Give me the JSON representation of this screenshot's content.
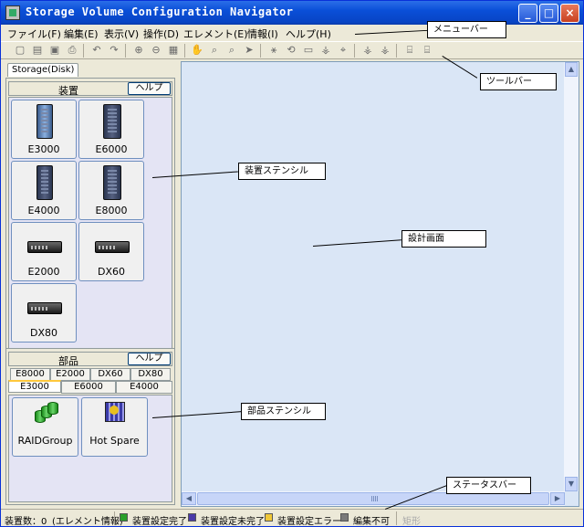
{
  "window": {
    "title": "Storage Volume Configuration Navigator",
    "buttons": [
      "_",
      "□",
      "×"
    ]
  },
  "menubar": {
    "items": [
      "ファイル(F)",
      "編集(E)",
      "表示(V)",
      "操作(D)",
      "エレメント(E)",
      "情報(I)",
      "ヘルプ(H)"
    ]
  },
  "toolbar": {
    "icons": [
      "new-icon",
      "open-icon",
      "save-icon",
      "print-icon",
      "undo-icon",
      "redo-icon",
      "zoom-in-icon",
      "zoom-out-icon",
      "fit-icon",
      "hand-icon",
      "magnify-icon",
      "pointer-icon",
      "arrow-icon",
      "layout-icon",
      "connect-icon",
      "box-icon",
      "tree-icon",
      "node-icon",
      "node2-icon",
      "tree2-icon",
      "tree3-icon",
      "export-icon",
      "export2-icon"
    ],
    "glyphs": [
      "▢",
      "▤",
      "▣",
      "⎙",
      "↶",
      "↷",
      "⊕",
      "⊖",
      "▦",
      "✋",
      "⌕",
      "➤",
      "⚹",
      "⟲",
      "▭",
      "⚲",
      "⚶",
      "⌖",
      "⚵",
      "⚵",
      "⚴",
      "⌸",
      "⌸"
    ]
  },
  "left_pane": {
    "tab_label": "Storage(Disk)",
    "devices": {
      "title": "装置",
      "help_label": "ヘルプ",
      "items": [
        "E3000",
        "E6000",
        "E4000",
        "E8000",
        "E2000",
        "DX60",
        "DX80"
      ]
    },
    "parts": {
      "title": "部品",
      "help_label": "ヘルプ",
      "tabs_row1": [
        "E8000",
        "E2000",
        "DX60",
        "DX80"
      ],
      "tabs_row2": [
        "E3000",
        "E6000",
        "E4000"
      ],
      "active_tab": "E3000",
      "items": [
        "RAIDGroup",
        "Hot Spare"
      ]
    }
  },
  "statusbar": {
    "device_count": "装置数：0",
    "element_info": "(エレメント情報)",
    "legend": [
      {
        "label": "装置設定完了",
        "color": "#2aa02a"
      },
      {
        "label": "装置設定未完了",
        "color": "#4a3aa8"
      },
      {
        "label": "装置設定エラー",
        "color": "#f0c838"
      },
      {
        "label": "編集不可",
        "color": "#7a7a7a"
      }
    ],
    "disabled_label": "矩形"
  },
  "callouts": {
    "menubar": "メニューバー",
    "toolbar": "ツールバー",
    "device_stencil": "装置ステンシル",
    "design_screen": "設計画面",
    "parts_stencil": "部品ステンシル",
    "statusbar": "ステータスバー"
  }
}
